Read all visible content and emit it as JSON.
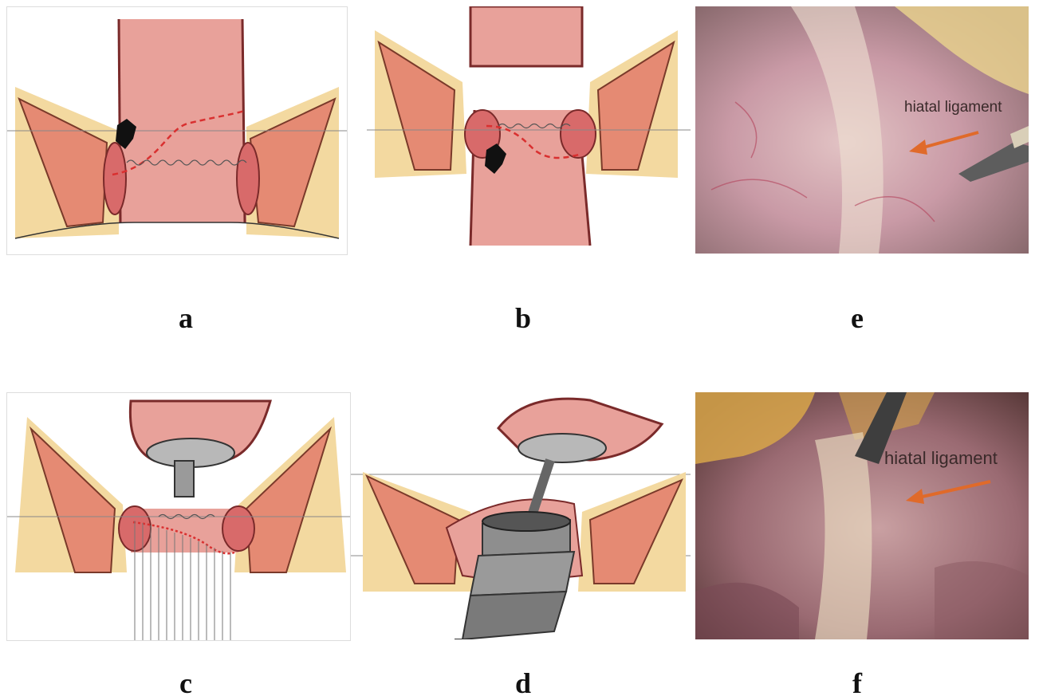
{
  "panels": {
    "a": {
      "label": "a"
    },
    "b": {
      "label": "b"
    },
    "c": {
      "label": "c"
    },
    "d": {
      "label": "d"
    },
    "e": {
      "label": "e",
      "annotation": "hiatal ligament"
    },
    "f": {
      "label": "f",
      "annotation": "hiatal ligament"
    }
  },
  "colors": {
    "fat": "#f3d9a0",
    "muscle": "#e58a73",
    "mucosa": "#e8a19a",
    "wall": "#d86a6a",
    "resection_line": "#d93030",
    "tumor": "#111111",
    "arrow": "#e06a2a",
    "instrument": "#9a9a9a"
  }
}
